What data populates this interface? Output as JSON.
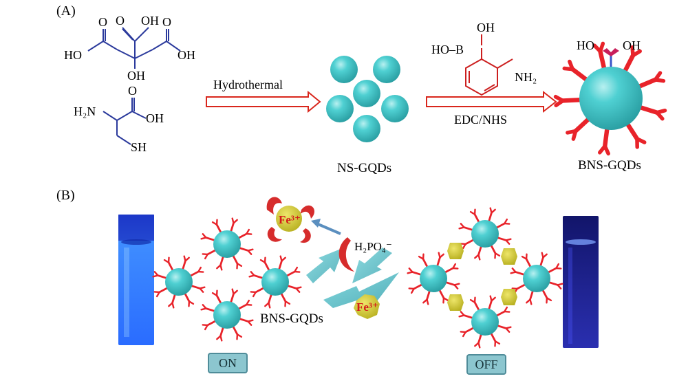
{
  "panel_a": {
    "label": "(A)",
    "citric_acid": {
      "oh_top": "OH",
      "o_top": "O",
      "o_left": "O",
      "o_right": "O",
      "ho_left": "HO",
      "oh_right": "OH",
      "oh_center": "OH"
    },
    "cysteine": {
      "h2n": "H₂N",
      "o": "O",
      "oh": "OH",
      "sh": "SH"
    },
    "step1_label": "Hydrothermal",
    "product1_label": "NS-GQDs",
    "boronic": {
      "oh": "OH",
      "ho_b": "HO–B",
      "nh2": "NH₂"
    },
    "step2_label": "EDC/NHS",
    "product2_label": "BNS-GQDs",
    "product2_groups": {
      "ho": "HO",
      "oh": "OH"
    }
  },
  "panel_b": {
    "label": "(B)",
    "cluster_label": "BNS-GQDs",
    "fe_ion": "Fe³⁺",
    "phosphate": "H₂PO₄⁻",
    "on_label": "ON",
    "off_label": "OFF"
  },
  "colors": {
    "molecule_blue": "#2b3a9c",
    "qd_teal": "#3fc3c6",
    "ligand_red": "#e8232a",
    "arrow_red": "#d9261c",
    "fe_yellow": "#c9c235",
    "fe_text": "#d41a1a",
    "vial_on": "#2e8cff",
    "vial_off": "#1a1f8a"
  }
}
